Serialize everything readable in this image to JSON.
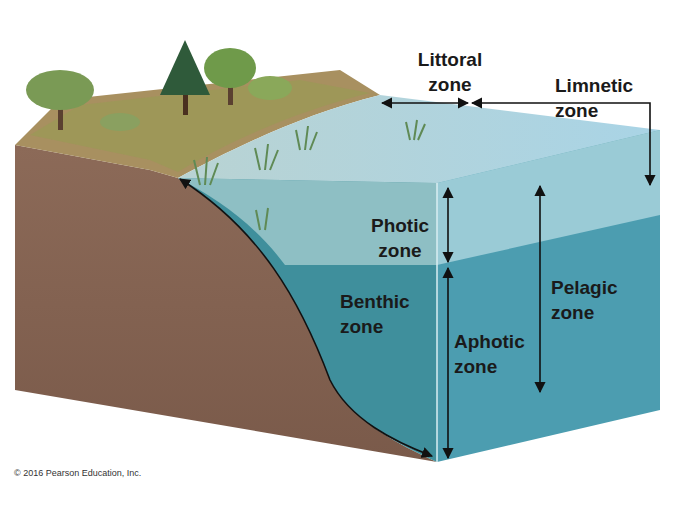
{
  "diagram": {
    "labels": [
      "Littoral zone",
      "Limnetic zone",
      "Photic zone",
      "Benthic zone",
      "Aphotic zone",
      "Pelagic zone",
      "© 2016 Pearson Education, Inc."
    ]
  }
}
